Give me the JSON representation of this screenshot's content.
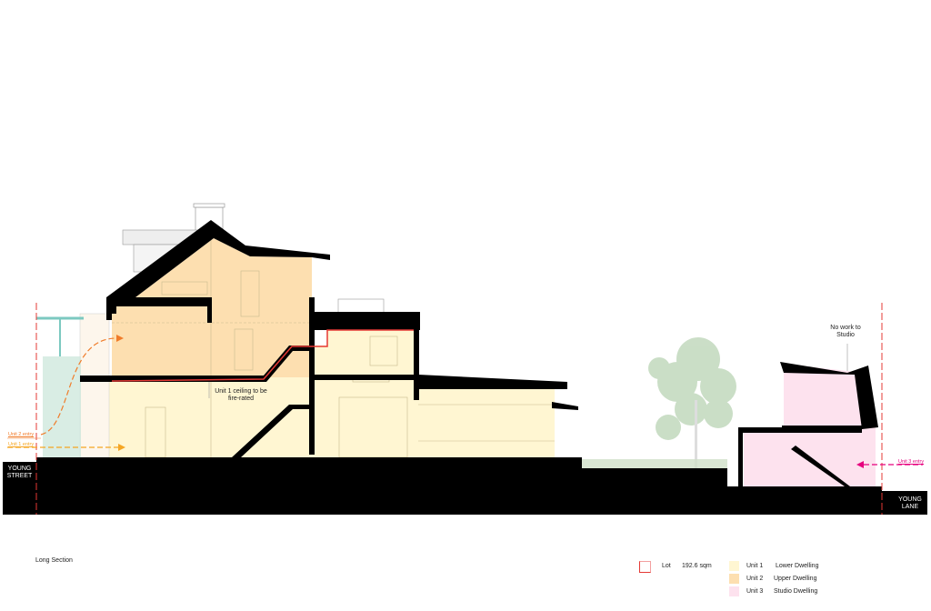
{
  "title": "Long Section",
  "annotations": {
    "fire_rated": "Unit 1 ceiling to be fire-rated",
    "no_work": "No work to Studio"
  },
  "streets": {
    "left": "YOUNG STREET",
    "right": "YOUNG LANE"
  },
  "entries": [
    {
      "label": "Unit 2 entry",
      "color": "#f07c2a"
    },
    {
      "label": "Unit 1 entry",
      "color": "#f5a623"
    },
    {
      "label": "Unit 3 entry",
      "color": "#e6007e"
    }
  ],
  "legend": {
    "lot": {
      "label": "Lot",
      "value": "192.6 sqm",
      "color": "#e53935"
    },
    "units": [
      {
        "unit": "Unit 1",
        "name": "Lower Dwelling",
        "color": "#fff6d2"
      },
      {
        "unit": "Unit 2",
        "name": "Upper Dwelling",
        "color": "#fddfb0"
      },
      {
        "unit": "Unit 3",
        "name": "Studio Dwelling",
        "color": "#fde2ee"
      }
    ]
  }
}
